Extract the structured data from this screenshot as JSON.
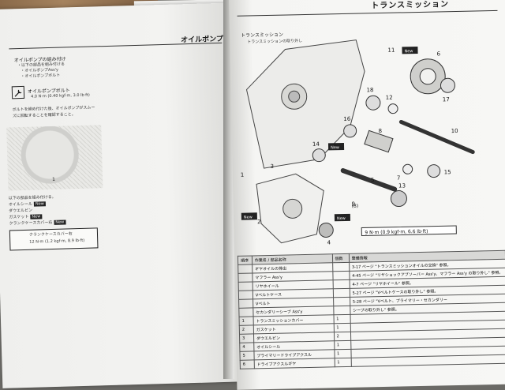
{
  "left_page": {
    "header": "オイルポンプ",
    "steps": [
      "オイルポンプの組み付け",
      "・以下の部品を組み付ける",
      "・オイルポンプAss'y",
      "・オイルポンプボルト"
    ],
    "torque_label": "オイルポンプボルト",
    "torque_value": "4.0 N·m (0.40 kgf·m, 3.0 lb·ft)",
    "note_lines": [
      "ボルトを締め付けた後、オイルポンプがスムー",
      "ズに回転することを確認すること。"
    ],
    "assembly_header": "以下の部品を組み付ける。",
    "parts_list": [
      {
        "label": "オイルシール",
        "badge": "New"
      },
      {
        "label": "ダウエルピン",
        "badge": ""
      },
      {
        "label": "ガスケット",
        "badge": "New"
      },
      {
        "label": "クランクケースカバー右",
        "badge": "New"
      }
    ],
    "cover_torque": {
      "label": "クランクケースカバー右",
      "value": "12 N·m (1.2 kgf·m, 8.9 lb·ft)"
    },
    "callout": "1"
  },
  "right_page": {
    "header": "トランスミッション",
    "section": "トランスミッション",
    "subsection": "トランスミッションの取り外し",
    "new_label": "New",
    "callouts": [
      "1",
      "2",
      "3",
      "4",
      "5",
      "6",
      "7",
      "8",
      "9",
      "10",
      "11",
      "12",
      "13",
      "14",
      "15",
      "16",
      "17",
      "18"
    ],
    "torque_main": "9 N·m (0.9 kgf·m, 6.6 lb·ft)",
    "torque_ref": "(8)",
    "table": {
      "headers": [
        "順序",
        "作業名 / 部品名称",
        "個数",
        "整備情報"
      ],
      "rows": [
        {
          "no": "",
          "name": "ギヤオイルの排出",
          "qty": "",
          "info": "3-17 ページ \"トランスミッションオイルの交換\" 参照。"
        },
        {
          "no": "",
          "name": "マフラー Ass'y",
          "qty": "",
          "info": "4-45 ページ \"リヤショックアブソーバー Ass'y、マフラー Ass'y の取り外し\" 参照。"
        },
        {
          "no": "",
          "name": "リヤホイール",
          "qty": "",
          "info": "4-7 ページ \"リヤホイール\" 参照。"
        },
        {
          "no": "",
          "name": "Vベルトケース",
          "qty": "",
          "info": "5-27 ページ \"Vベルトケースの取り外し\" 参照。"
        },
        {
          "no": "",
          "name": "Vベルト",
          "qty": "",
          "info": "5-28 ページ \"Vベルト、プライマリー・セカンダリー"
        },
        {
          "no": "",
          "name": "セカンダリーシーブ Ass'y",
          "qty": "",
          "info": "シーブの取り外し\" 参照。"
        },
        {
          "no": "1",
          "name": "トランスミッションカバー",
          "qty": "1",
          "info": ""
        },
        {
          "no": "2",
          "name": "ガスケット",
          "qty": "1",
          "info": ""
        },
        {
          "no": "3",
          "name": "ダウエルピン",
          "qty": "2",
          "info": ""
        },
        {
          "no": "4",
          "name": "オイルシール",
          "qty": "1",
          "info": ""
        },
        {
          "no": "5",
          "name": "プライマリードライブアクスル",
          "qty": "1",
          "info": ""
        },
        {
          "no": "6",
          "name": "ドライブアクスルギヤ",
          "qty": "1",
          "info": ""
        }
      ]
    }
  }
}
